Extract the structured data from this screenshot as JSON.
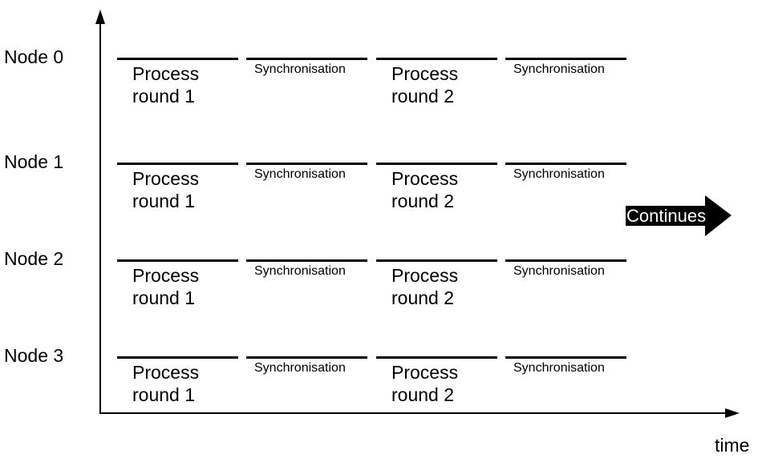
{
  "axes": {
    "x_label": "time"
  },
  "nodes": [
    {
      "label": "Node 0",
      "blocks": [
        {
          "kind": "process",
          "text": "Process\nround 1"
        },
        {
          "kind": "sync",
          "text": "Synchronisation"
        },
        {
          "kind": "process",
          "text": "Process\nround 2"
        },
        {
          "kind": "sync",
          "text": "Synchronisation"
        }
      ]
    },
    {
      "label": "Node 1",
      "blocks": [
        {
          "kind": "process",
          "text": "Process\nround 1"
        },
        {
          "kind": "sync",
          "text": "Synchronisation"
        },
        {
          "kind": "process",
          "text": "Process\nround 2"
        },
        {
          "kind": "sync",
          "text": "Synchronisation"
        }
      ]
    },
    {
      "label": "Node 2",
      "blocks": [
        {
          "kind": "process",
          "text": "Process\nround 1"
        },
        {
          "kind": "sync",
          "text": "Synchronisation"
        },
        {
          "kind": "process",
          "text": "Process\nround 2"
        },
        {
          "kind": "sync",
          "text": "Synchronisation"
        }
      ]
    },
    {
      "label": "Node 3",
      "blocks": [
        {
          "kind": "process",
          "text": "Process\nround 1"
        },
        {
          "kind": "sync",
          "text": "Synchronisation"
        },
        {
          "kind": "process",
          "text": "Process\nround 2"
        },
        {
          "kind": "sync",
          "text": "Synchronisation"
        }
      ]
    }
  ],
  "continues": {
    "label": "Continues",
    "color": "#000000"
  }
}
